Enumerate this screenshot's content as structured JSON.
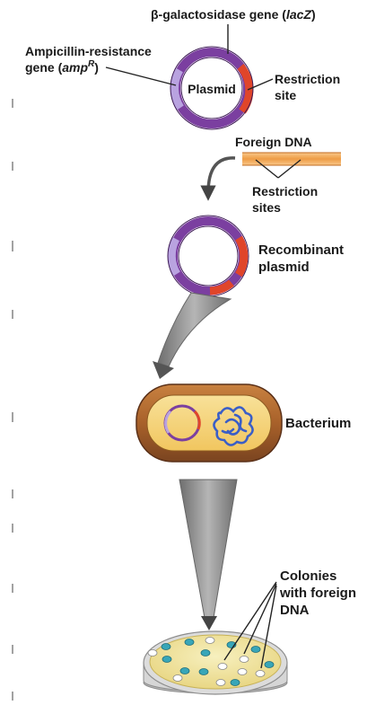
{
  "labels": {
    "beta_gal_pre": "β-galactosidase gene (",
    "beta_gal_gene": "lacZ",
    "beta_gal_post": ")",
    "amp_line1": "Ampicillin-resistance",
    "amp_line2_pre": "gene (",
    "amp_line2_gene": "amp",
    "amp_line2_sup": "R",
    "amp_line2_post": ")",
    "plasmid": "Plasmid",
    "restriction_site_line1": "Restriction",
    "restriction_site_line2": "site",
    "foreign_dna": "Foreign DNA",
    "restriction_sites_line1": "Restriction",
    "restriction_sites_line2": "sites",
    "recombinant_line1": "Recombinant",
    "recombinant_line2": "plasmid",
    "bacterium": "Bacterium",
    "colonies_line1": "Colonies",
    "colonies_line2": "with foreign",
    "colonies_line3": "DNA"
  },
  "colors": {
    "plasmid_purple": "#7b3fa0",
    "amp_segment": "#b9a3e0",
    "restriction_red": "#e0452a",
    "foreign_dna": "#f2a85a",
    "bacterium_outer": "#c8772d",
    "bacterium_inner": "#f4d27d",
    "chromosome": "#3a5ec7",
    "dish": "#c8c8c8",
    "agar": "#f1e7a7",
    "colony_cyan": "#38a6b8",
    "colony_white": "#ffffff"
  }
}
